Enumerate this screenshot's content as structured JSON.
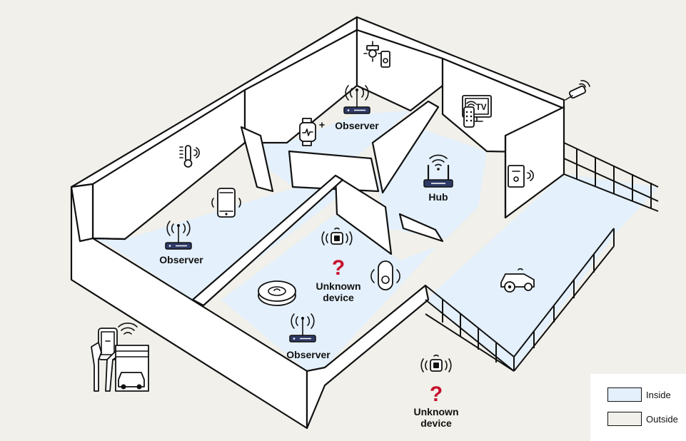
{
  "labels": {
    "observer_top": "Observer",
    "observer_left": "Observer",
    "observer_bottom": "Observer",
    "hub": "Hub",
    "unknown_inside_line1": "Unknown",
    "unknown_inside_line2": "device",
    "unknown_outside_line1": "Unknown",
    "unknown_outside_line2": "device",
    "question_mark": "?",
    "tv_text": "TV"
  },
  "legend": {
    "items": [
      {
        "label": "Inside",
        "color": "#e4f0fb"
      },
      {
        "label": "Outside",
        "color": "#f1f0ea"
      }
    ]
  },
  "colors": {
    "background": "#f1f0ea",
    "inside_floor": "#e4f0fb",
    "unknown_marker": "#c8102e"
  },
  "icons": [
    "ceiling-light-icon",
    "light-switch-icon",
    "security-camera-icon",
    "smart-tv-icon",
    "remote-control-icon",
    "smartwatch-icon",
    "thermostat-icon",
    "smartphone-icon",
    "wifi-router-icon",
    "smart-lock-icon",
    "robot-lawnmower-icon",
    "robot-vacuum-icon",
    "smart-speaker-icon",
    "unknown-device-icon",
    "garage-opener-icon"
  ]
}
